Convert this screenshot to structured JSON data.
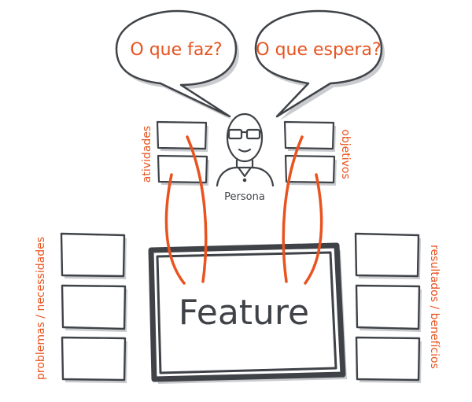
{
  "bubbles": {
    "left": "O que faz?",
    "right": "O que espera?"
  },
  "persona": {
    "label": "Persona"
  },
  "labels": {
    "atividades": "atividades",
    "objetivos": "objetivos",
    "problemas": "problemas / necessidades",
    "resultados": "resultados / benefícios"
  },
  "feature": {
    "label": "Feature"
  },
  "colors": {
    "accent": "#e8531f",
    "ink": "#3f4348",
    "shadow": "#c9cbce"
  }
}
